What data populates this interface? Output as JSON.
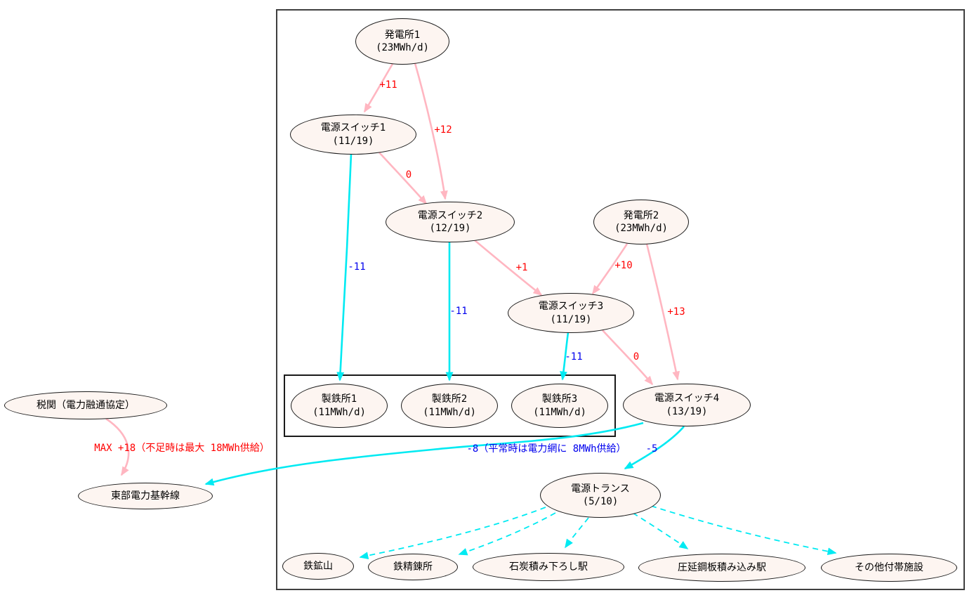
{
  "diagram": {
    "colors": {
      "pink": "#ffb6c1",
      "cyan": "#00eaf2",
      "red": "#ff0000",
      "blue": "#0000ee",
      "node-fill": "#fdf5f1",
      "node-border": "#1a1a1a"
    },
    "nodes": {
      "plant1": {
        "line1": "発電所1",
        "line2": "(23MWh/d)"
      },
      "switch1": {
        "line1": "電源スイッチ1",
        "line2": "(11/19)"
      },
      "switch2": {
        "line1": "電源スイッチ2",
        "line2": "(12/19)"
      },
      "plant2": {
        "line1": "発電所2",
        "line2": "(23MWh/d)"
      },
      "switch3": {
        "line1": "電源スイッチ3",
        "line2": "(11/19)"
      },
      "switch4": {
        "line1": "電源スイッチ4",
        "line2": "(13/19)"
      },
      "mill1": {
        "line1": "製鉄所1",
        "line2": "(11MWh/d)"
      },
      "mill2": {
        "line1": "製鉄所2",
        "line2": "(11MWh/d)"
      },
      "mill3": {
        "line1": "製鉄所3",
        "line2": "(11MWh/d)"
      },
      "customs": {
        "line1": "税関（電力融通協定）"
      },
      "trunk": {
        "line1": "東部電力基幹線"
      },
      "transformer": {
        "line1": "電源トランス",
        "line2": "(5/10)"
      },
      "iron_mine": {
        "line1": "鉄鉱山"
      },
      "refinery": {
        "line1": "鉄精錬所"
      },
      "coal_station": {
        "line1": "石炭積み下ろし駅"
      },
      "steel_station": {
        "line1": "圧延鋼板積み込み駅"
      },
      "other": {
        "line1": "その他付帯施設"
      }
    },
    "edges": [
      {
        "from": "発電所1",
        "to": "電源スイッチ1",
        "style": "supply",
        "label": "+11"
      },
      {
        "from": "発電所1",
        "to": "電源スイッチ2",
        "style": "supply",
        "label": "+12"
      },
      {
        "from": "電源スイッチ1",
        "to": "電源スイッチ2",
        "style": "supply",
        "label": "0"
      },
      {
        "from": "電源スイッチ1",
        "to": "製鉄所1",
        "style": "drain",
        "label": "-11"
      },
      {
        "from": "電源スイッチ2",
        "to": "電源スイッチ3",
        "style": "supply",
        "label": "+1"
      },
      {
        "from": "電源スイッチ2",
        "to": "製鉄所2",
        "style": "drain",
        "label": "-11"
      },
      {
        "from": "発電所2",
        "to": "電源スイッチ3",
        "style": "supply",
        "label": "+10"
      },
      {
        "from": "発電所2",
        "to": "電源スイッチ4",
        "style": "supply",
        "label": "+13"
      },
      {
        "from": "電源スイッチ3",
        "to": "製鉄所3",
        "style": "drain",
        "label": "-11"
      },
      {
        "from": "電源スイッチ3",
        "to": "電源スイッチ4",
        "style": "supply",
        "label": "0"
      },
      {
        "from": "税関（電力融通協定）",
        "to": "東部電力基幹線",
        "style": "supply",
        "label": "MAX +18（不足時は最大 18MWh供給）"
      },
      {
        "from": "電源スイッチ4",
        "to": "東部電力基幹線",
        "style": "drain",
        "label": "-8（平常時は電力網に 8MWh供給）"
      },
      {
        "from": "電源スイッチ4",
        "to": "電源トランス",
        "style": "drain",
        "label": "-5"
      },
      {
        "from": "電源トランス",
        "to": "鉄鉱山",
        "style": "drain-dashed",
        "label": ""
      },
      {
        "from": "電源トランス",
        "to": "鉄精錬所",
        "style": "drain-dashed",
        "label": ""
      },
      {
        "from": "電源トランス",
        "to": "石炭積み下ろし駅",
        "style": "drain-dashed",
        "label": ""
      },
      {
        "from": "電源トランス",
        "to": "圧延鋼板積み込み駅",
        "style": "drain-dashed",
        "label": ""
      },
      {
        "from": "電源トランス",
        "to": "その他付帯施設",
        "style": "drain-dashed",
        "label": ""
      }
    ]
  }
}
